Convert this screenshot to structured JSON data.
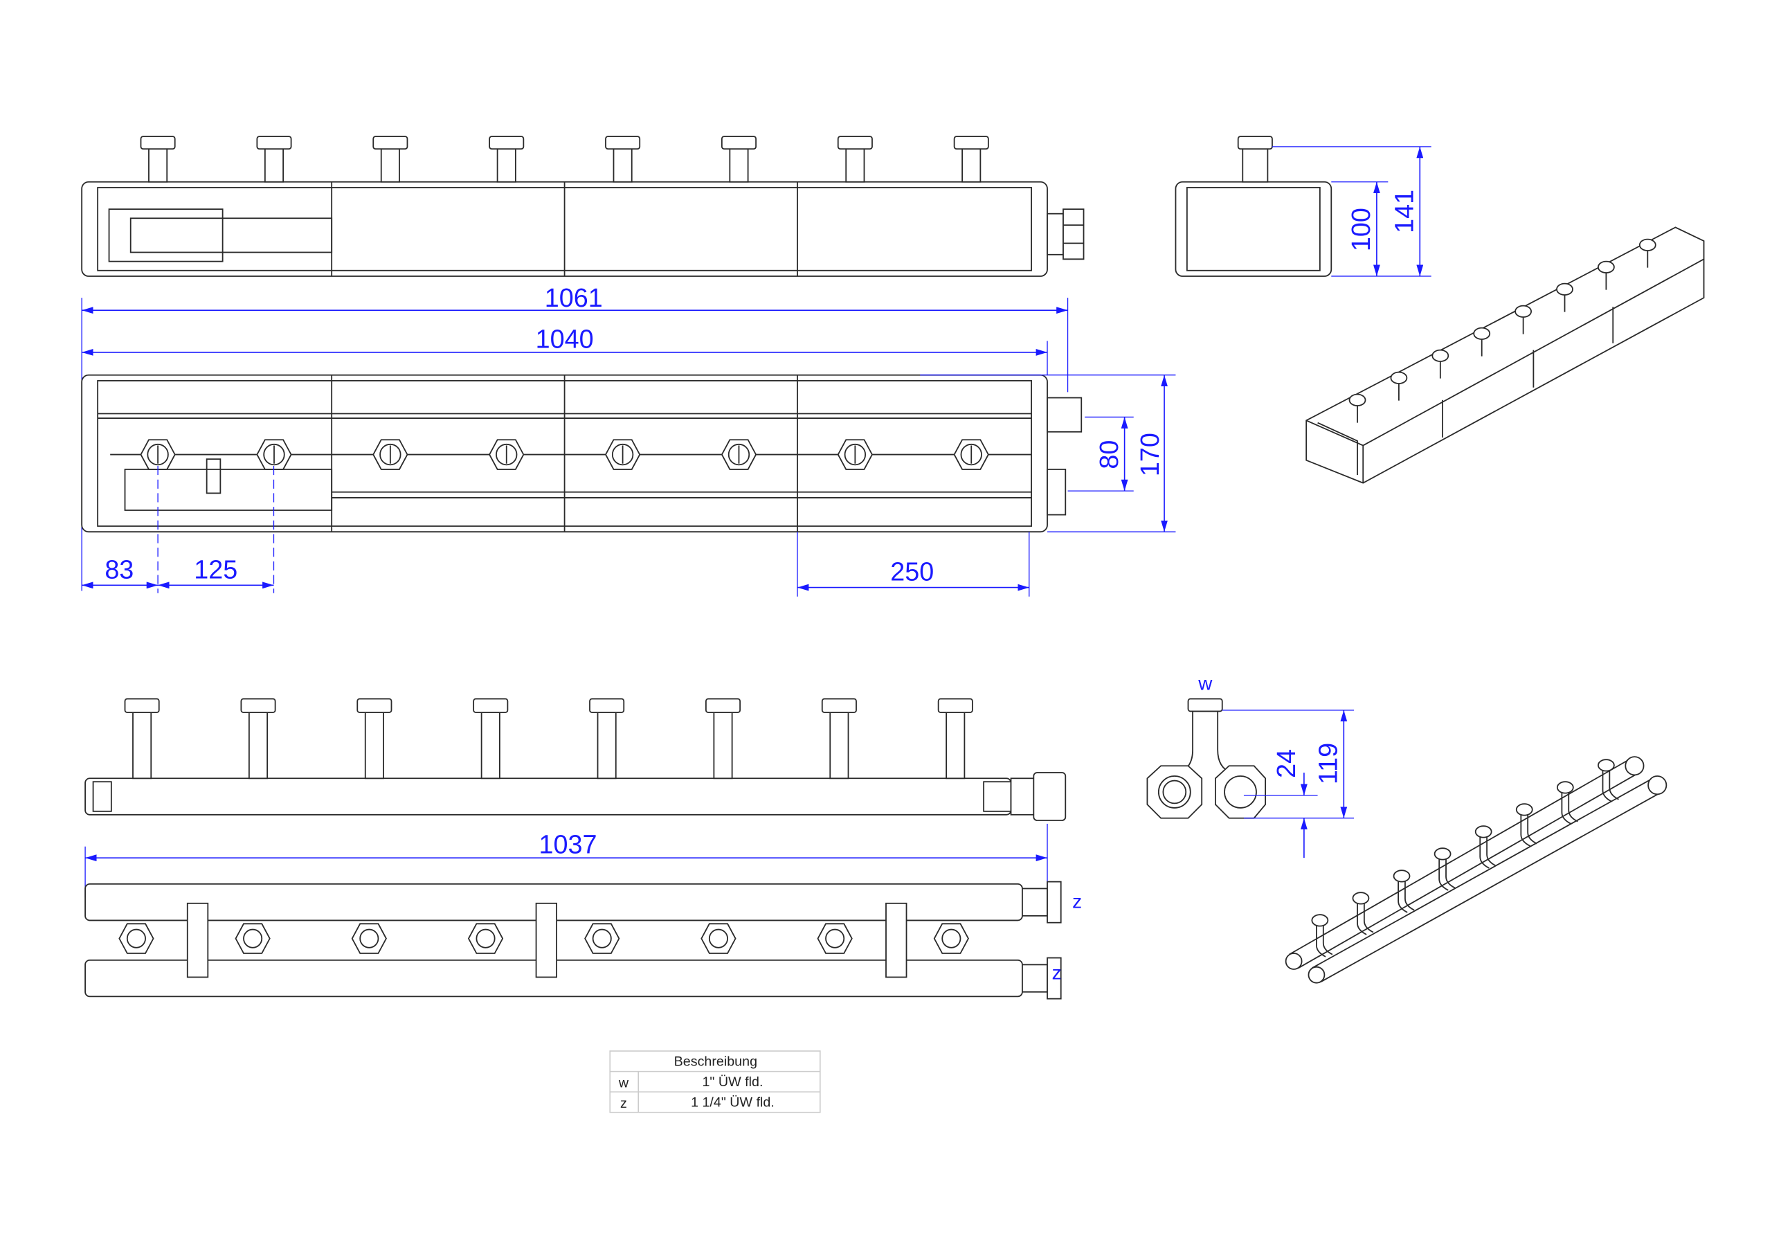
{
  "colors": {
    "dimension": "#1a1aff",
    "outline": "#2a2a2a",
    "background": "#ffffff"
  },
  "dimensions": {
    "overall_length": "1061",
    "body_length": "1040",
    "first_offset": "83",
    "outlet_spacing": "125",
    "section_length": "250",
    "pipe_spacing": "80",
    "body_height": "170",
    "depth": "100",
    "total_depth": "141",
    "manifold_length": "1037",
    "outlet_offset": "24",
    "outlet_height": "119"
  },
  "labels": {
    "w": "w",
    "z_top": "z",
    "z_bottom": "z"
  },
  "outlet_count": 8,
  "table": {
    "header": "Beschreibung",
    "rows": [
      {
        "key": "w",
        "value": "1\" ÜW fld."
      },
      {
        "key": "z",
        "value": "1 1/4\" ÜW fld."
      }
    ]
  }
}
